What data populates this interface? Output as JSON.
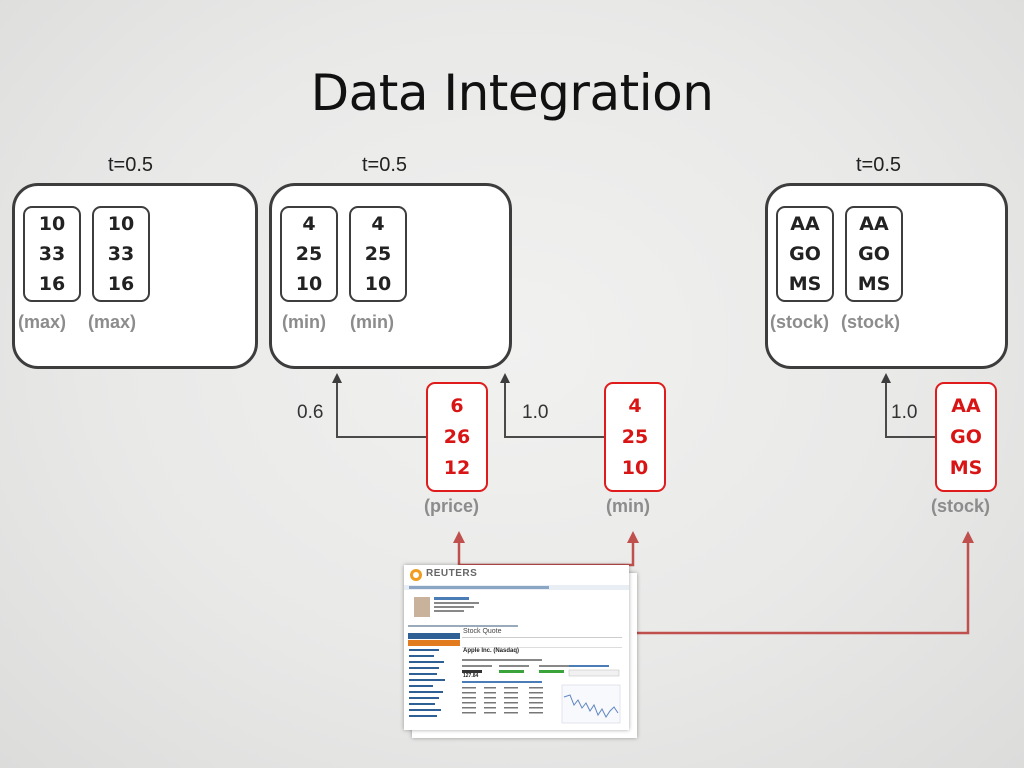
{
  "title": "Data Integration",
  "colors": {
    "accent_red": "#e01b1b",
    "box_border": "#3d3d3d",
    "arrow_dark": "#4a4a4a",
    "arrow_red": "#c0504d"
  },
  "groups": [
    {
      "threshold": "t=0.5",
      "cards": [
        {
          "values": [
            "10",
            "33",
            "16"
          ],
          "label": "(max)"
        },
        {
          "values": [
            "10",
            "33",
            "16"
          ],
          "label": "(max)"
        }
      ]
    },
    {
      "threshold": "t=0.5",
      "cards": [
        {
          "values": [
            "4",
            "25",
            "10"
          ],
          "label": "(min)"
        },
        {
          "values": [
            "4",
            "25",
            "10"
          ],
          "label": "(min)"
        }
      ]
    },
    {
      "threshold": "t=0.5",
      "cards": [
        {
          "values": [
            "AA",
            "GO",
            "MS"
          ],
          "label": "(stock)"
        },
        {
          "values": [
            "AA",
            "GO",
            "MS"
          ],
          "label": "(stock)"
        }
      ]
    }
  ],
  "sources": [
    {
      "values": [
        "6",
        "26",
        "12"
      ],
      "label": "(price)",
      "weight": "0.6"
    },
    {
      "values": [
        "4",
        "25",
        "10"
      ],
      "label": "(min)",
      "weight": "1.0"
    },
    {
      "values": [
        "AA",
        "GO",
        "MS"
      ],
      "label": "(stock)",
      "weight": "1.0"
    }
  ],
  "screenshot": {
    "brand": "REUTERS",
    "page_title": "Stock Quote",
    "company": "Apple Inc. (Nasdaq)",
    "price": "127.84"
  }
}
